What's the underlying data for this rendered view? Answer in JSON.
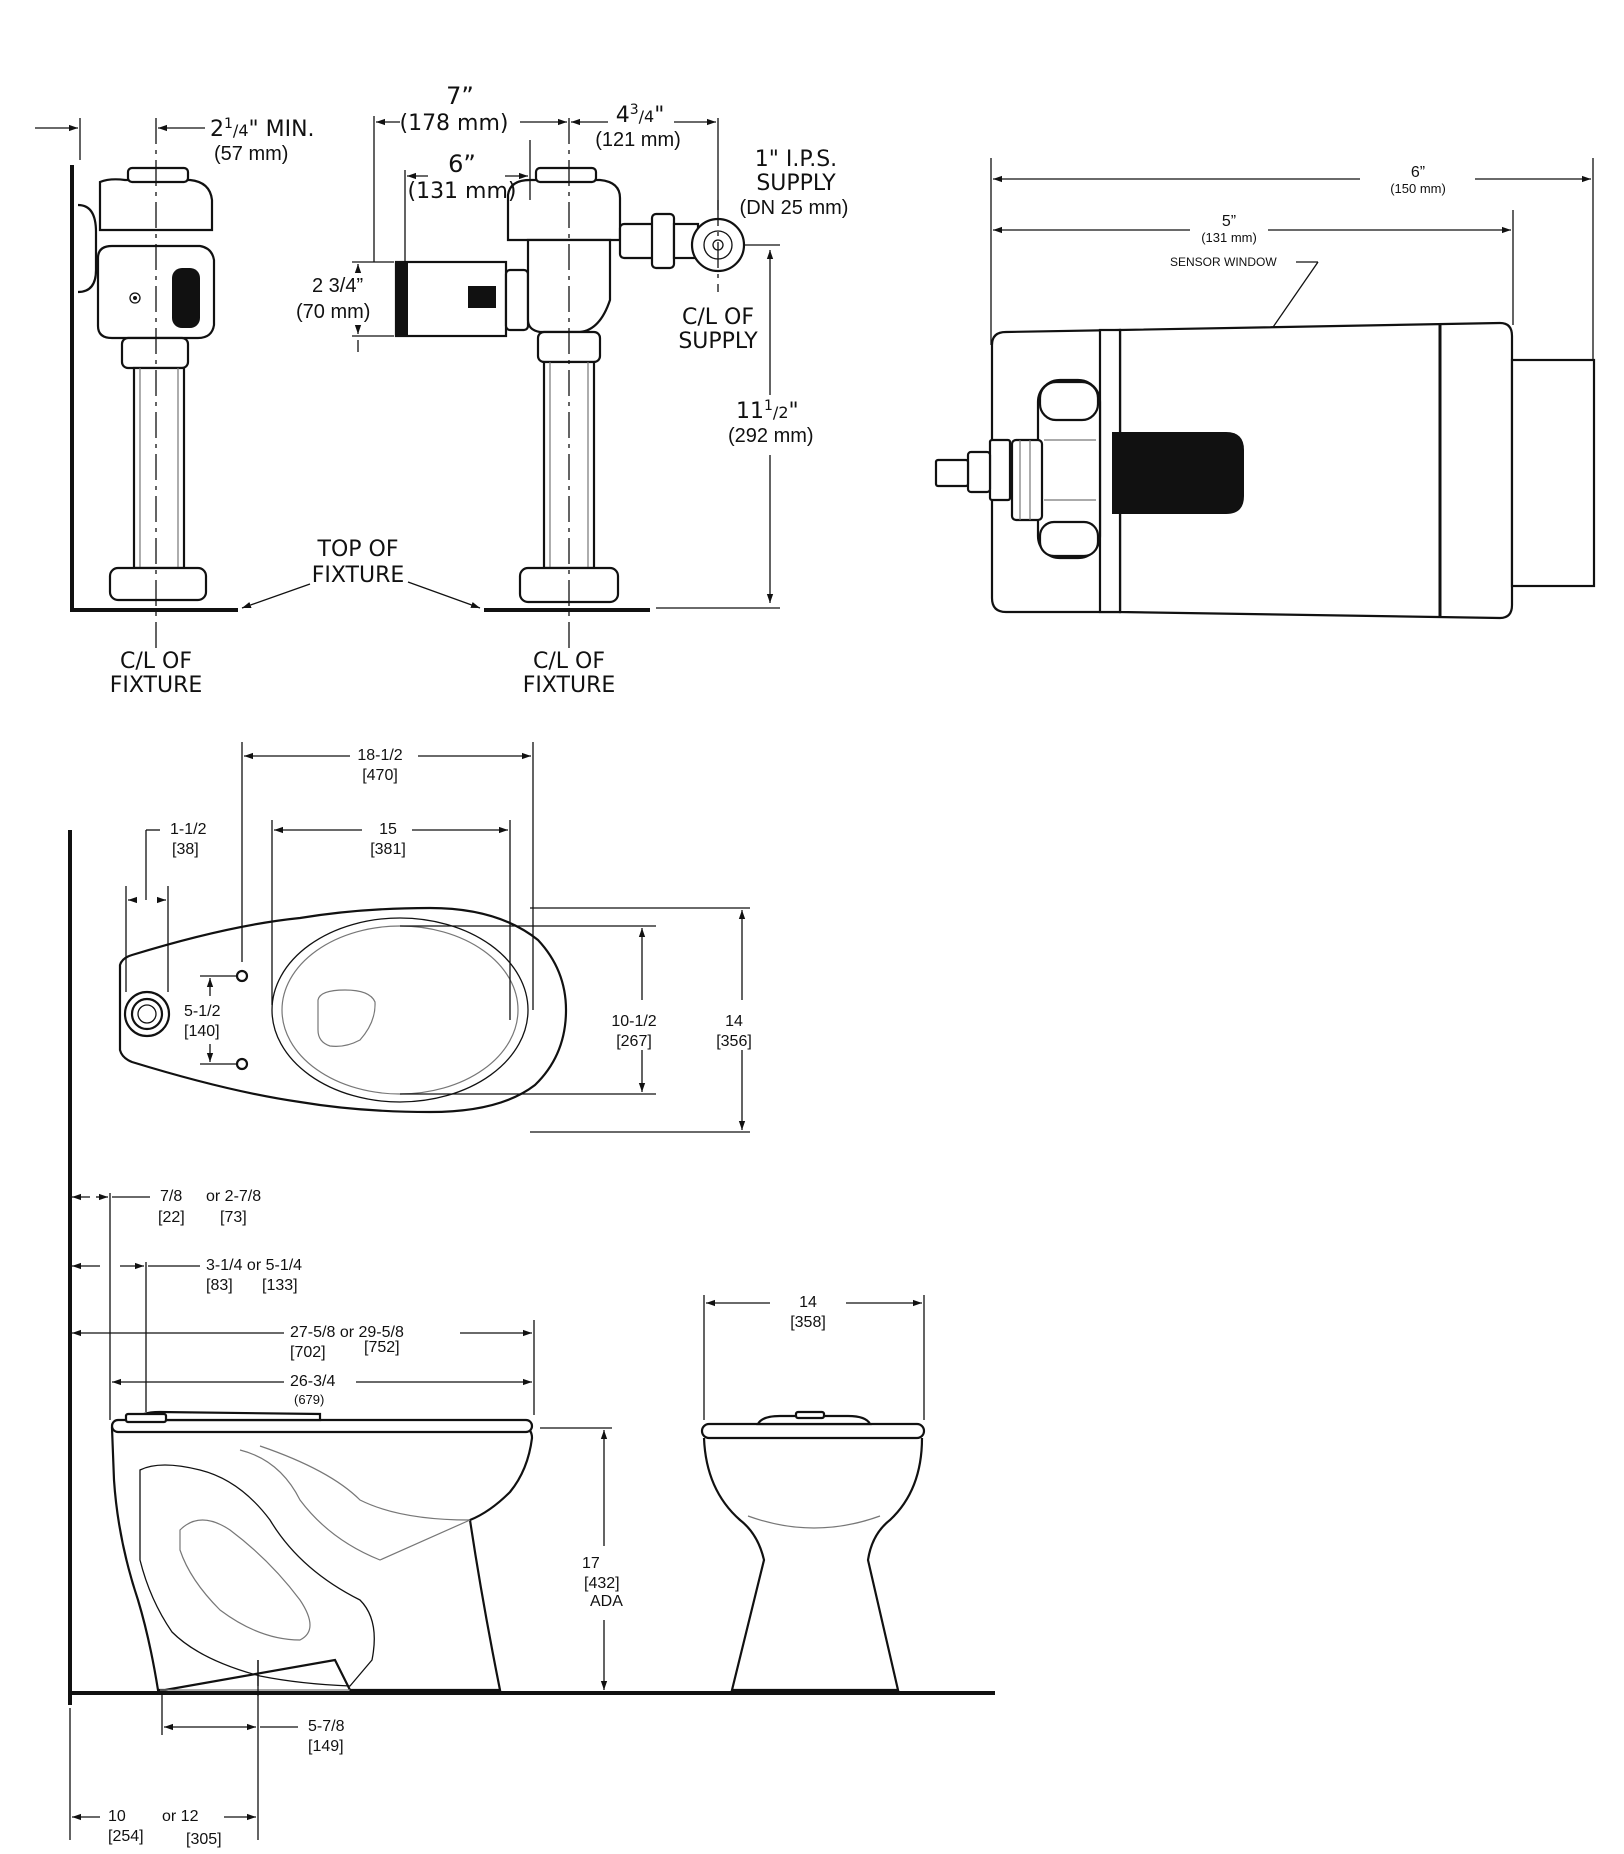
{
  "flush_valve": {
    "wall_clearance": {
      "value_prefix": "2",
      "value_sup": "1",
      "value_frac": "/4",
      "value_suffix": "\" MIN.",
      "metric": "(57 mm)"
    },
    "overall_length": {
      "value": "7”",
      "metric": "(178 mm)"
    },
    "body_length": {
      "value": "6”",
      "metric": "(131 mm)"
    },
    "supply_offset": {
      "value_prefix": "4",
      "value_sup": "3",
      "value_frac": "/4",
      "value_suffix": "\"",
      "metric": "(121 mm)"
    },
    "supply_label": {
      "line1": "1\" I.P.S.",
      "line2": "SUPPLY",
      "line3": "(DN 25 mm)"
    },
    "sensor_height": {
      "value": "2 3/4”",
      "metric": "(70 mm)"
    },
    "cl_supply": {
      "line1": "C/L OF",
      "line2": "SUPPLY"
    },
    "supply_height": {
      "value_prefix": "11",
      "value_sup": "1",
      "value_frac": "/2",
      "value_suffix": "\"",
      "metric": "(292 mm)"
    },
    "top_of_fixture": {
      "line1": "TOP OF",
      "line2": "FIXTURE"
    },
    "cl_fixture": {
      "line1": "C/L OF",
      "line2": "FIXTURE"
    }
  },
  "sensor_module": {
    "overall_width": {
      "value": "6”",
      "metric": "(150 mm)"
    },
    "body_width": {
      "value": "5”",
      "metric": "(131 mm)"
    },
    "sensor_window_label": "SENSOR WINDOW"
  },
  "bowl_plan": {
    "length_outer": {
      "value": "18-1/2",
      "metric": "[470]"
    },
    "length_inner": {
      "value": "15",
      "metric": "[381]"
    },
    "inlet_offset": {
      "value": "1-1/2",
      "metric": "[38]"
    },
    "bolt_spacing": {
      "value": "5-1/2",
      "metric": "[140]"
    },
    "rim_width": {
      "value": "10-1/2",
      "metric": "[267]"
    },
    "overall_width": {
      "value": "14",
      "metric": "[356]"
    }
  },
  "bowl_side": {
    "dim_a": {
      "value": "7/8",
      "alt": "or 2-7/8",
      "metric": "[22]",
      "alt_metric": "[73]"
    },
    "dim_b": {
      "value": "3-1/4 or 5-1/4",
      "metric": "[83]",
      "alt_metric": "[133]"
    },
    "dim_c": {
      "value": "27-5/8 or 29-5/8",
      "metric": "[702]",
      "alt_metric": "[752]"
    },
    "dim_d": {
      "value": "26-3/4",
      "metric": "(679)"
    },
    "height": {
      "value": "17",
      "metric": "[432]",
      "note": "ADA"
    },
    "outlet": {
      "value": "5-7/8",
      "metric": "[149]"
    },
    "rough_in": {
      "value": "10",
      "alt": "or 12",
      "metric": "[254]",
      "alt_metric": "[305]"
    }
  },
  "bowl_front": {
    "width": {
      "value": "14",
      "metric": "[358]"
    }
  }
}
